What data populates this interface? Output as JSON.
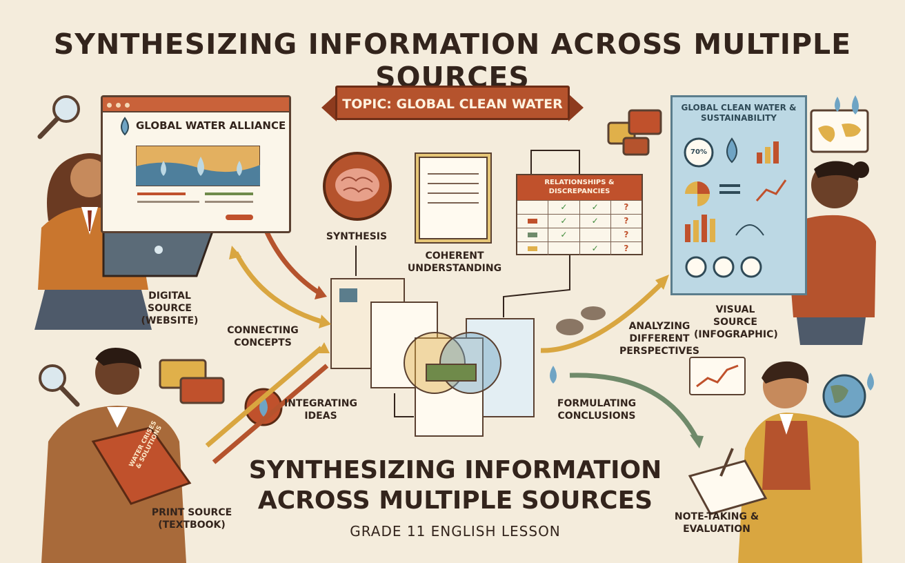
{
  "title": "SYNTHESIZING INFORMATION ACROSS MULTIPLE SOURCES",
  "topic_banner": "TOPIC: GLOBAL CLEAN WATER",
  "website": {
    "heading": "GLOBAL WATER ALLIANCE"
  },
  "infographic": {
    "heading": "GLOBAL CLEAN WATER & SUSTAINABILITY",
    "stat": "70%"
  },
  "relationships_table": {
    "heading": "RELATIONSHIPS & DISCREPANCIES"
  },
  "book_cover": "WATER CRISES & SOLUTIONS",
  "labels": {
    "digital_source": "DIGITAL SOURCE (WEBSITE)",
    "print_source": "PRINT SOURCE (TEXTBOOK)",
    "visual_source": "VISUAL SOURCE (INFOGRAPHIC)",
    "note_taking": "NOTE-TAKING & EVALUATION",
    "synthesis": "SYNTHESIS",
    "coherent": "COHERENT UNDERSTANDING",
    "connecting": "CONNECTING CONCEPTS",
    "integrating": "INTEGRATING IDEAS",
    "analyzing": "ANALYZING DIFFERENT PERSPECTIVES",
    "formulating": "FORMULATING CONCLUSIONS"
  },
  "subtitle": "SYNTHESIZING INFORMATION ACROSS MULTIPLE SOURCES",
  "lesson": "GRADE 11 ENGLISH LESSON",
  "colors": {
    "background": "#f4ecdc",
    "accent": "#b5532d",
    "arrow_gold": "#d9a640",
    "arrow_green": "#6f8a6a",
    "water_blue": "#6fa4c4"
  }
}
